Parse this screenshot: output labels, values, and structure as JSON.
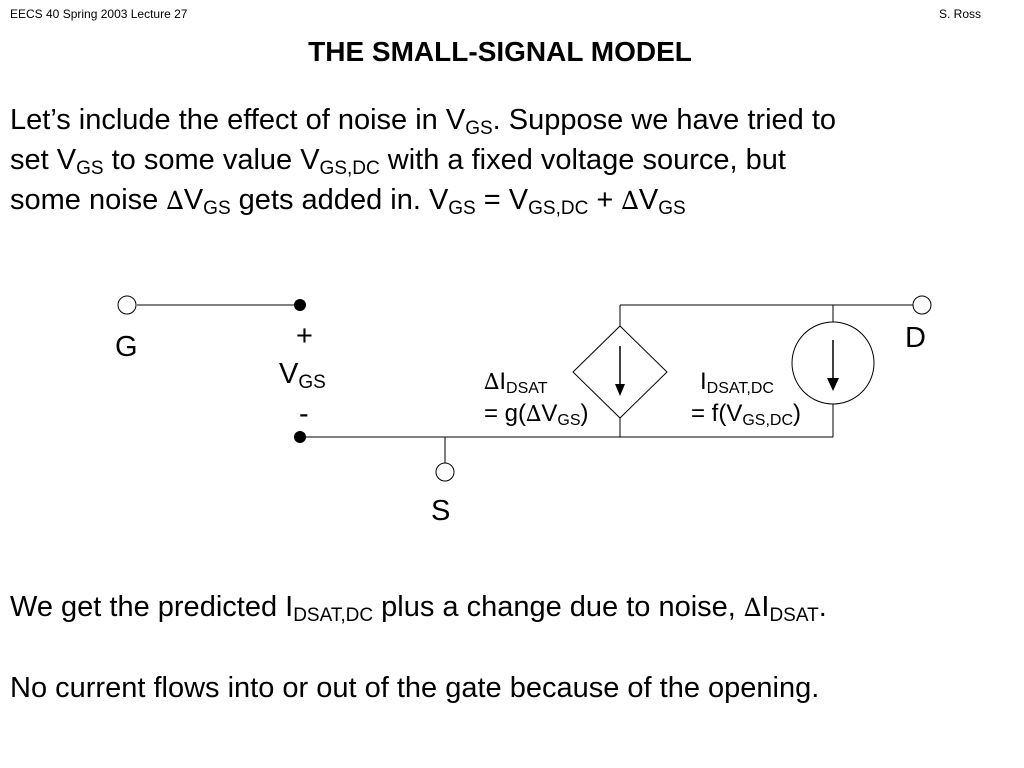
{
  "header": {
    "left": "EECS 40 Spring 2003  Lecture 27",
    "right": "S. Ross"
  },
  "title": "THE SMALL-SIGNAL MODEL",
  "intro": {
    "line1_a": "Let’s include the effect of noise in V",
    "line1_sub": "GS",
    "line1_b": ".  Suppose we have tried to",
    "line2_a": "set V",
    "line2_sub1": "GS",
    "line2_b": " to some value V",
    "line2_sub2": "GS,DC",
    "line2_c": " with a fixed voltage source, but",
    "line3_a": "some noise ",
    "line3_delta": "∆",
    "line3_b": "V",
    "line3_sub1": "GS",
    "line3_c": " gets added in.  V",
    "line3_sub2": "GS",
    "line3_d": " = V",
    "line3_sub3": "GS,DC",
    "line3_e": " + ",
    "line3_delta2": "∆",
    "line3_f": "V",
    "line3_sub4": "GS"
  },
  "circuit": {
    "gate_label": "G",
    "drain_label": "D",
    "source_label": "S",
    "plus": "+",
    "minus": "-",
    "vgs_main": "V",
    "vgs_sub": "GS",
    "dep_delta": "∆",
    "dep_i": "I",
    "dep_sub": "DSAT",
    "dep_eq_a": "= g(",
    "dep_eq_delta": "∆",
    "dep_eq_v": "V",
    "dep_eq_sub": "GS",
    "dep_eq_close": ")",
    "ind_i": "I",
    "ind_sub": "DSAT,DC",
    "ind_eq_a": "= f(V",
    "ind_eq_sub": "GS,DC",
    "ind_eq_close": ")"
  },
  "conclusion1": {
    "a": "We get the predicted I",
    "sub1": "DSAT,DC",
    "b": " plus a change due to noise, ",
    "delta": "∆",
    "c": "I",
    "sub2": "DSAT",
    "d": "."
  },
  "conclusion2": "No current flows into or out of the gate because of the opening."
}
